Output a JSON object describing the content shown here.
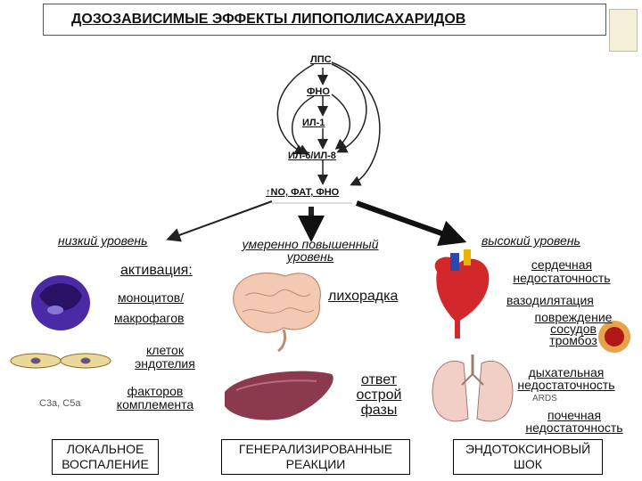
{
  "title": "ДОЗОЗАВИСИМЫЕ ЭФФЕКТЫ ЛИПОПОЛИСАХАРИДОВ",
  "cascade": {
    "lps": "ЛПС",
    "fno": "ФНО",
    "il1": "ИЛ-1",
    "il6": "ИЛ-6/ИЛ-8",
    "no_fat": "NO, ФАТ, ФНО",
    "up_arrow": "↑"
  },
  "levels": {
    "low": "низкий уровень",
    "moderate_line1": "умеренно повышенный",
    "moderate_line2": "уровень",
    "high": "высокий уровень"
  },
  "left": {
    "activation": "активация:",
    "monocytes": "моноцитов/",
    "macrophages": "макрофагов",
    "endothelium_line1": "клеток",
    "endothelium_line2": "эндотелия",
    "complement_line1": "факторов",
    "complement_line2": "комплемента",
    "c3a_c5a": "C3a, C5a"
  },
  "middle": {
    "fever": "лихорадка",
    "acute_line1": "ответ",
    "acute_line2": "острой",
    "acute_line3": "фазы"
  },
  "right": {
    "cardiac_line1": "сердечная",
    "cardiac_line2": "недостаточность",
    "vasodilation": "вазодилятация",
    "vessel_line1": "повреждение",
    "vessel_line2": "сосудов",
    "vessel_line3": "тромбоз",
    "resp_line1": "дыхательная",
    "resp_line2": "недостаточность",
    "ards": "ARDS",
    "renal_line1": "почечная",
    "renal_line2": "недостаточность"
  },
  "outcomes": {
    "local_line1": "ЛОКАЛЬНОЕ",
    "local_line2": "ВОСПАЛЕНИЕ",
    "general_line1": "ГЕНЕРАЛИЗИРОВАННЫЕ",
    "general_line2": "РЕАКЦИИ",
    "shock_line1": "ЭНДОТОКСИНОВЫЙ",
    "shock_line2": "ШОК"
  },
  "colors": {
    "cell_purple": "#3a1f8f",
    "brain": "#f3c9b4",
    "liver": "#8b3a4e",
    "heart": "#d2282c",
    "lungs": "#f2cfc6",
    "cell_yellow": "#e8d99a"
  }
}
